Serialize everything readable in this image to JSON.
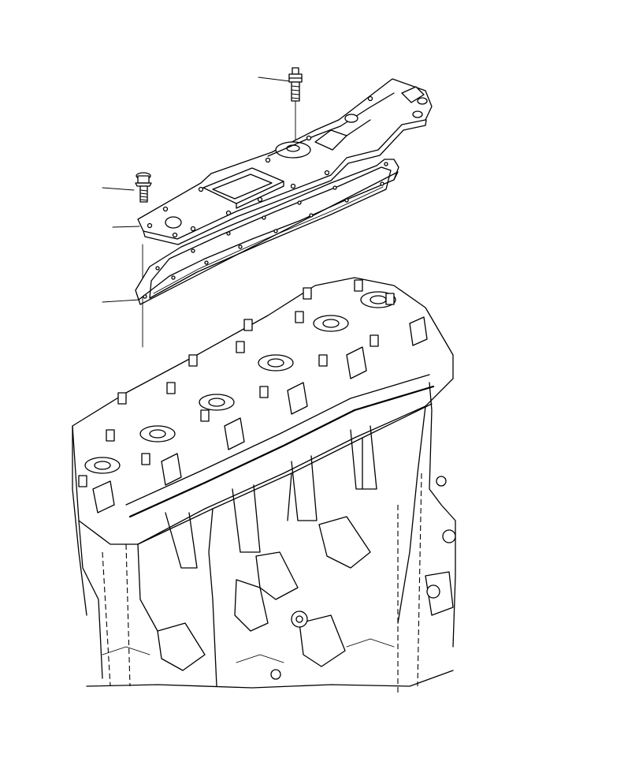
{
  "diagram": {
    "parts": [
      {
        "id": "temperature-sensor",
        "icon": "sensor-icon"
      },
      {
        "id": "flange-bolt",
        "icon": "bolt-icon"
      },
      {
        "id": "intake-manifold-cover",
        "icon": "cover-plate-icon"
      },
      {
        "id": "manifold-gasket",
        "icon": "gasket-icon"
      },
      {
        "id": "cylinder-head-assembly",
        "icon": "engine-block-icon"
      }
    ],
    "colors": {
      "line": "#000000",
      "background": "#ffffff"
    }
  }
}
